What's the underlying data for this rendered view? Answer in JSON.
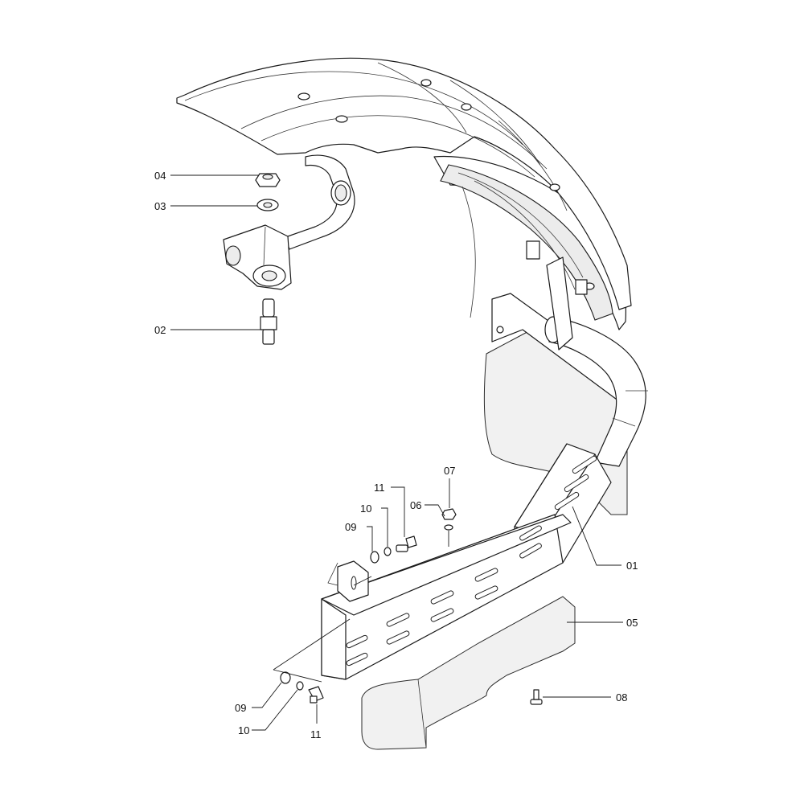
{
  "diagram": {
    "callouts": [
      {
        "id": "c04",
        "text": "04"
      },
      {
        "id": "c03",
        "text": "03"
      },
      {
        "id": "c02",
        "text": "02"
      },
      {
        "id": "c07",
        "text": "07"
      },
      {
        "id": "c11a",
        "text": "11"
      },
      {
        "id": "c06",
        "text": "06"
      },
      {
        "id": "c10a",
        "text": "10"
      },
      {
        "id": "c09a",
        "text": "09"
      },
      {
        "id": "c01",
        "text": "01"
      },
      {
        "id": "c05",
        "text": "05"
      },
      {
        "id": "c08",
        "text": "08"
      },
      {
        "id": "c09b",
        "text": "09"
      },
      {
        "id": "c10b",
        "text": "10"
      },
      {
        "id": "c11b",
        "text": "11"
      }
    ]
  }
}
